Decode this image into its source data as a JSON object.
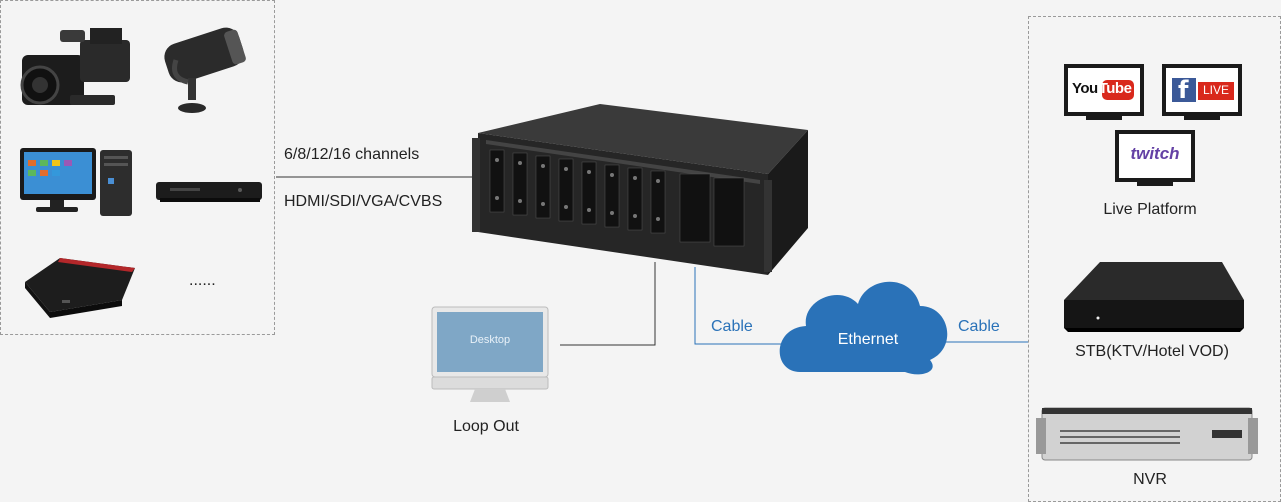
{
  "sources": {
    "ellipsis": "......"
  },
  "encoder": {
    "channels_label": "6/8/12/16 channels",
    "inputs_label": "HDMI/SDI/VGA/CVBS"
  },
  "loop_out": {
    "screen_text": "Desktop",
    "label": "Loop Out"
  },
  "network": {
    "cable_left_label": "Cable",
    "cloud_label": "Ethernet",
    "cable_right_label": "Cable"
  },
  "destinations": {
    "live_platform_label": "Live Platform",
    "youtube_you": "You",
    "youtube_tube": "Tube",
    "facebook_f": "f",
    "facebook_live": "LIVE",
    "twitch_logo": "twitch",
    "stb_label": "STB(KTV/Hotel VOD)",
    "nvr_label": "NVR"
  },
  "colors": {
    "cloud": "#2a72b8",
    "cable_line": "#2a72b8",
    "youtube_red": "#d9281c",
    "facebook_blue": "#3b5998",
    "twitch_purple": "#6441a5"
  }
}
